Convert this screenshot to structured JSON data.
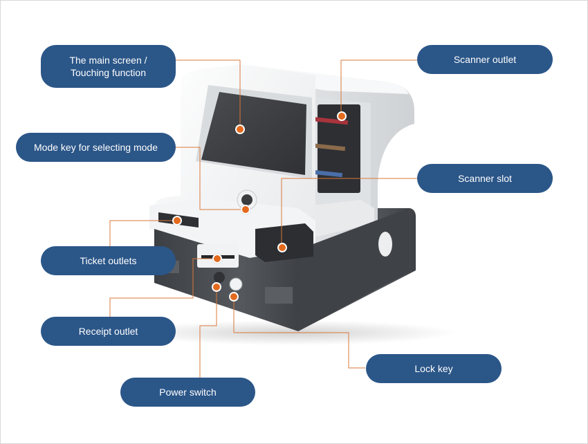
{
  "callouts": {
    "main_screen": {
      "lines": [
        "The main screen /",
        "Touching function"
      ]
    },
    "mode_key": {
      "label": "Mode key for selecting mode"
    },
    "ticket_outlets": {
      "label": "Ticket outlets"
    },
    "receipt_outlet": {
      "label": "Receipt outlet"
    },
    "power_switch": {
      "label": "Power switch"
    },
    "scanner_outlet": {
      "label": "Scanner outlet"
    },
    "scanner_slot": {
      "label": "Scanner slot"
    },
    "lock_key": {
      "label": "Lock key"
    }
  },
  "colors": {
    "pill": "#2b5688",
    "leader_line": "#d9783a",
    "marker": "#e36a1e",
    "body_white": "#eef0f1",
    "base_dark": "#4a4d51",
    "screen": "#3b3d40"
  }
}
